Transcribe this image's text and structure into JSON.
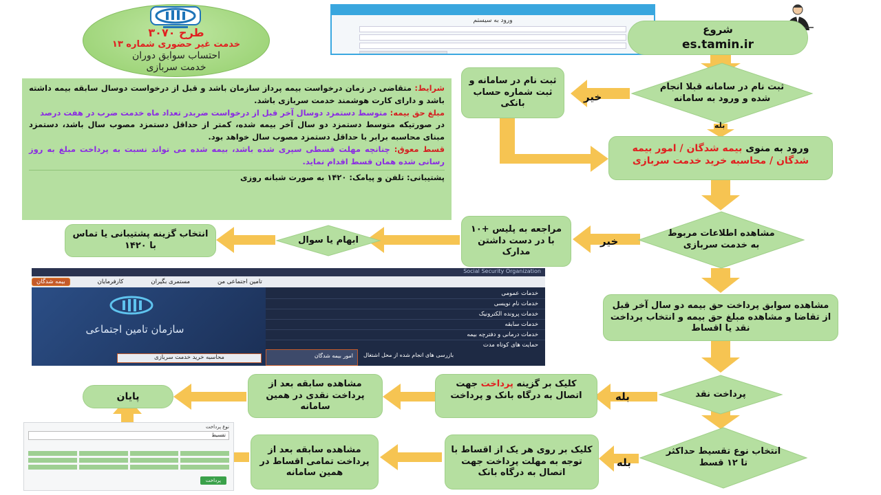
{
  "title": {
    "line1": "طرح ۳۰۷۰",
    "line2": "خدمت غیر حضوری شماره ۱۳",
    "line3": "احتساب سوابق دوران",
    "line4": "خدمت سربازی"
  },
  "flow": {
    "start_l1": "شروع",
    "start_l2": "es.tamin.ir",
    "q_register": "ثبت نام در سامانه قبلا انجام شده و ورود به سامانه",
    "register_box": "ثبت نام در سامانه و ثبت شماره حساب بانکی",
    "no_label_1": "خیر",
    "yes_label_1": "بله",
    "menu_prefix": "ورود به منوی ",
    "menu_red": "بیمه شدگان / امور بیمه شدگان / محاسبه خرید خدمت سربازی",
    "q_view_info": "مشاهده اطلاعات مربوط به خدمت سربازی",
    "no_label_2": "خیر",
    "police_box": "مراجعه به پلیس +۱۰ با در دست داشتن مدارک",
    "ambiguity_label": "ابهام یا سوال",
    "support_box": "انتخاب گزینه پشتیبانی یا تماس با ۱۴۲۰",
    "view_records": "مشاهده سوابق پرداخت حق بیمه دو سال آخر قبل از تقاضا و مشاهده مبلغ حق بیمه و انتخاب پرداخت نقد یا اقساط",
    "q_cash": "پرداخت نقد",
    "yes_label_2": "بله",
    "click_pay_pre": "کلیک بر گزینه ",
    "click_pay_red": "پرداخت",
    "click_pay_post": " جهت اتصال به درگاه بانک و پرداخت",
    "cash_result": "مشاهده سابقه بعد از پرداخت نقدی در همین سامانه",
    "end_box": "پایان",
    "q_installment": "انتخاب نوع تقسیط حداکثر تا ۱۲ قسط",
    "yes_label_3": "بله",
    "click_installment": "کلیک بر روی هر یک از اقساط با توجه به مهلت پرداخت جهت اتصال به درگاه بانک",
    "installment_result": "مشاهده سابقه بعد از پرداخت تمامی اقساط در همین سامانه"
  },
  "info": {
    "cond_title": "شرایط:",
    "cond_text": "متقاضی در زمان درخواست بیمه پرداز سازمان باشد و قبل از درخواست دوسال سابقه بیمه داشته باشد و دارای کارت هوشمند خدمت سربازی باشد.",
    "amount_title": "مبلغ حق بیمه:",
    "amount_text": "متوسط دستمزد دوسال آخر قبل از درخواست ضربدر تعداد ماه خدمت ضرب در هفت درصد",
    "extra_text": "در صورتیکه متوسط دستمزد دو سال آخر بیمه شده، کمتر از حداقل دستمزد مصوب سال باشد، دستمزد مبنای محاسبه برابر با حداقل دستمزد مصوب سال خواهد بود.",
    "overdue_title": "قسط معوق:",
    "overdue_text": "چنانچه مهلت قسطی سپری شده باشد، بیمه شده می تواند نسبت به پرداخت مبلغ به روز رسانی شده همان قسط اقدام نماید.",
    "support": "پشتیبانی: تلفن و پیامک: ۱۴۲۰ به صورت شبانه روزی"
  },
  "screenshot_menu": {
    "tabs": [
      "بیمه شدگان",
      "کارفرمایان",
      "مستمری بگیران",
      "تامین اجتماعی من"
    ],
    "items": [
      "خدمات عمومی",
      "خدمات نام نویسی",
      "خدمات پرونده الکترونیک",
      "خدمات سابقه",
      "خدمات درمانی و دفترچه بیمه",
      "حمایت های کوتاه مدت"
    ],
    "bottom_left": "بازرسی های انجام شده از محل اشتغال",
    "bottom_right": "امور بیمه شدگان",
    "highlight": "محاسبه خرید خدمت سربازی",
    "org_en": "Social Security Organization",
    "org_fa": "سازمان تامین اجتماعی"
  },
  "screenshot_login": {
    "heading": "ورود به سیستم"
  },
  "screenshot_installment": {
    "label": "نوع پرداخت",
    "select": "تقسیط",
    "button": "پرداخت"
  },
  "colors": {
    "box": "#b5dfa0",
    "arrow": "#f6c452",
    "red": "#e02020",
    "purple": "#8a2be2"
  }
}
